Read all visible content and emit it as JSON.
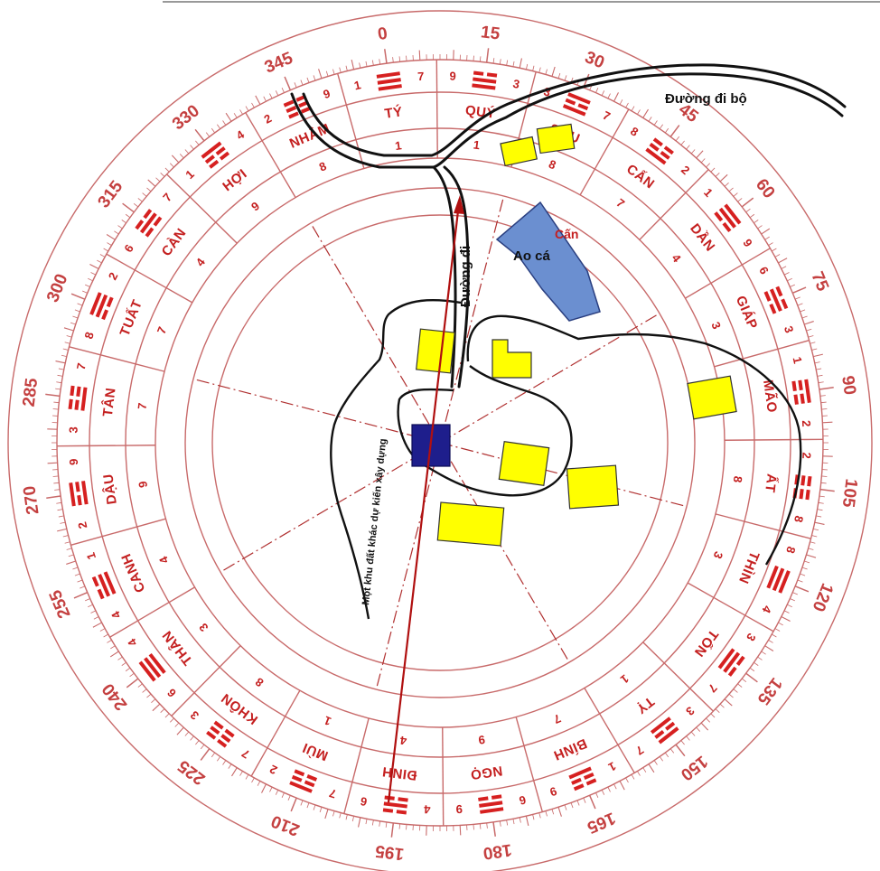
{
  "compass": {
    "degree_labels": [
      "0",
      "15",
      "30",
      "45",
      "60",
      "75",
      "90",
      "105",
      "120",
      "135",
      "150",
      "165",
      "180",
      "195",
      "210",
      "225",
      "240",
      "255",
      "270",
      "285",
      "300",
      "315",
      "330",
      "345"
    ],
    "mountains": [
      "QUÝ",
      "SỬU",
      "CẤN",
      "DẦN",
      "GIÁP",
      "MÃO",
      "ẤT",
      "THÌN",
      "TỐN",
      "TỴ",
      "BÍNH",
      "NGỌ",
      "ĐINH",
      "MÙI",
      "KHÔN",
      "THÂN",
      "CANH",
      "DẬU",
      "TÂN",
      "TUẤT",
      "CÀN",
      "HỢI",
      "NHÂM",
      "TÝ"
    ],
    "inner_digits": [
      "1",
      "8",
      "7",
      "4",
      "3",
      "",
      "8",
      "3",
      "",
      "1",
      "7",
      "9",
      "4",
      "1",
      "8",
      "3",
      "4",
      "9",
      "7",
      "7",
      "4",
      "9",
      "8",
      "1"
    ],
    "outer_cells": [
      {
        "a": "1",
        "b": "7"
      },
      {
        "a": "9",
        "b": "3"
      },
      {
        "a": "3",
        "b": "7"
      },
      {
        "a": "8",
        "b": "2"
      },
      {
        "a": "1",
        "b": "9"
      },
      {
        "a": "6",
        "b": "3"
      },
      {
        "a": "1",
        "b": "2"
      },
      {
        "a": "2",
        "b": "8"
      },
      {
        "a": "8",
        "b": "4"
      },
      {
        "a": "3",
        "b": "7"
      },
      {
        "a": "3",
        "b": "7"
      },
      {
        "a": "1",
        "b": "9"
      },
      {
        "a": "6",
        "b": "9"
      },
      {
        "a": "4",
        "b": "6"
      },
      {
        "a": "7",
        "b": "2"
      },
      {
        "a": "7",
        "b": "3"
      },
      {
        "a": "6",
        "b": "4"
      },
      {
        "a": "4",
        "b": "1"
      },
      {
        "a": "2",
        "b": "9"
      },
      {
        "a": "3",
        "b": "7"
      },
      {
        "a": "8",
        "b": "2"
      },
      {
        "a": "6",
        "b": "7"
      },
      {
        "a": "1",
        "b": "4"
      },
      {
        "a": "2",
        "b": "9"
      }
    ]
  },
  "map": {
    "walkway_label": "Đường đi bộ",
    "road_label": "Đường đi",
    "pond_label": "Ao cá",
    "pond_direction_label": "Cấn",
    "site_label": "Một khu đất khác dự kiến xây dựng"
  }
}
